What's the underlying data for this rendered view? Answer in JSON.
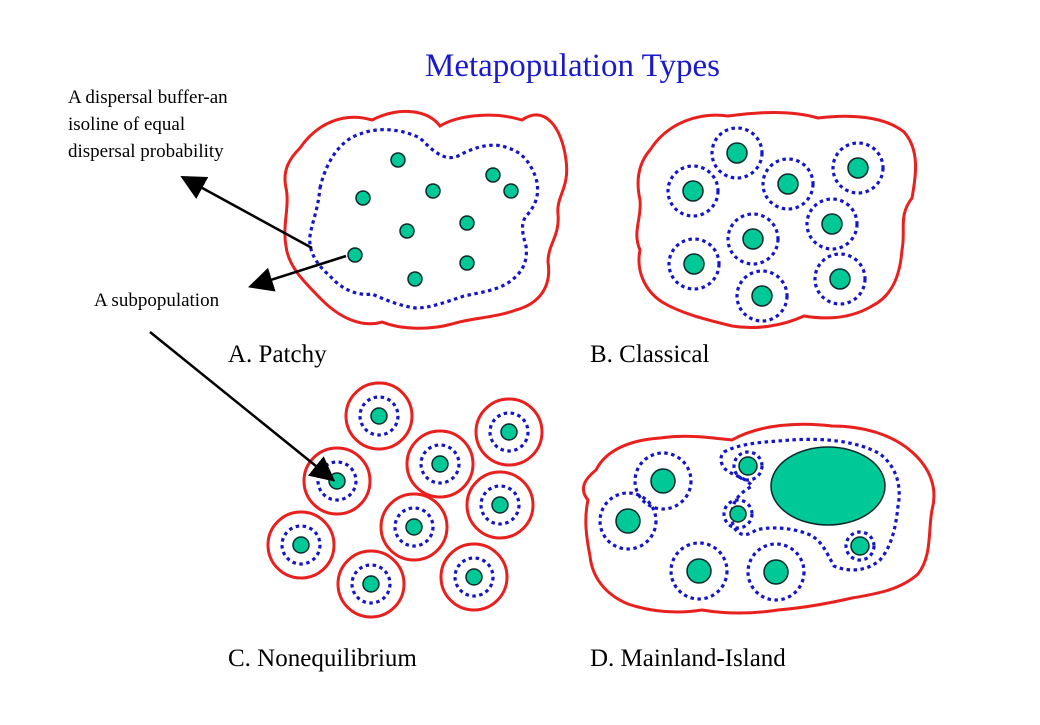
{
  "title": "Metapopulation Types",
  "annotations": {
    "buffer_line1": "A dispersal buffer-an",
    "buffer_line2": "isoline of equal",
    "buffer_line3": "dispersal probability",
    "subpopulation": "A subpopulation"
  },
  "panels": [
    {
      "label": "A. Patchy"
    },
    {
      "label": "B. Classical"
    },
    {
      "label": "C. Nonequilibrium"
    },
    {
      "label": "D. Mainland-Island"
    }
  ],
  "legend_colors": {
    "patch_boundary": "#e8201e",
    "dispersal_buffer": "#1515c8",
    "subpopulation": "#00c896",
    "title": "#1a1acc"
  }
}
